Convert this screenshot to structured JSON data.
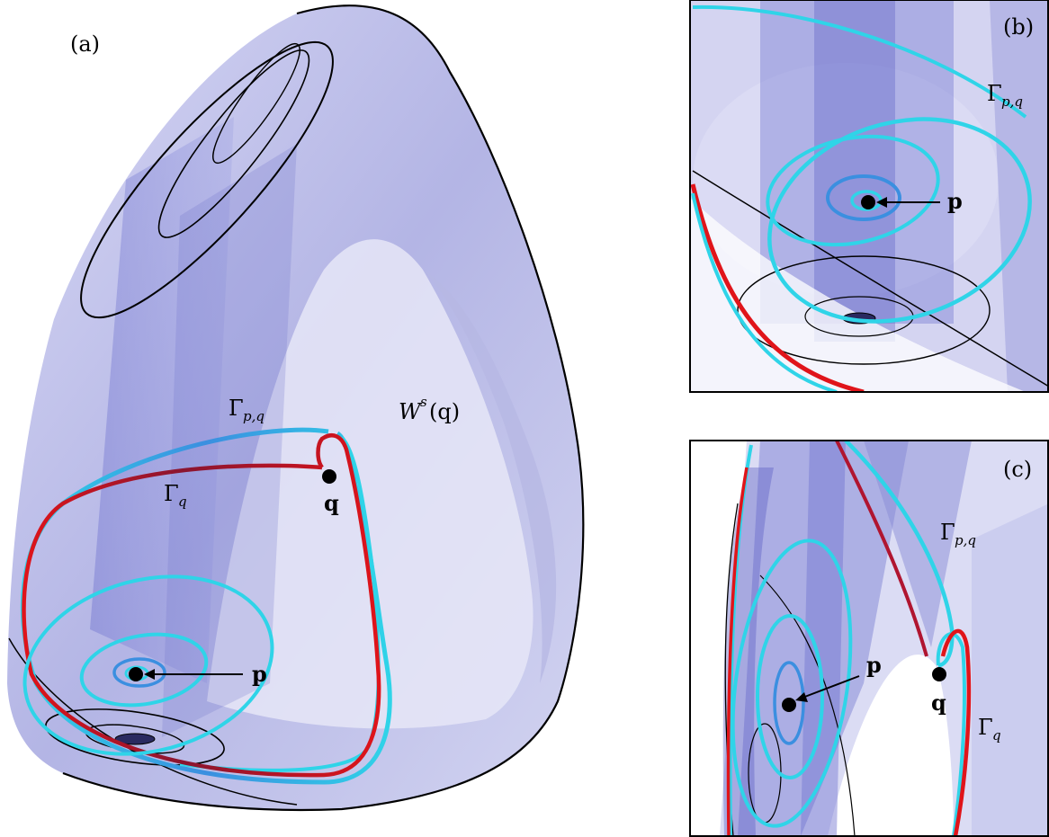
{
  "panels": [
    {
      "tag": "(a)"
    },
    {
      "tag": "(b)"
    },
    {
      "tag": "(c)"
    }
  ],
  "labels": {
    "manifold_name": "W",
    "manifold_sup": "s",
    "manifold_arg": "(q)",
    "gamma": "Γ",
    "gamma_pq_sub": "p,q",
    "gamma_q_sub": "q",
    "point_p": "p",
    "point_q": "q"
  },
  "colors": {
    "surface": "#8a8cd6",
    "surface_light": "#d6d7f0",
    "cyan_curve": "#2fd4e8",
    "blue_curve": "#2a7fd6",
    "red_curve": "#e0141a",
    "dark_red_curve": "#8a1530",
    "outline": "#000000"
  }
}
